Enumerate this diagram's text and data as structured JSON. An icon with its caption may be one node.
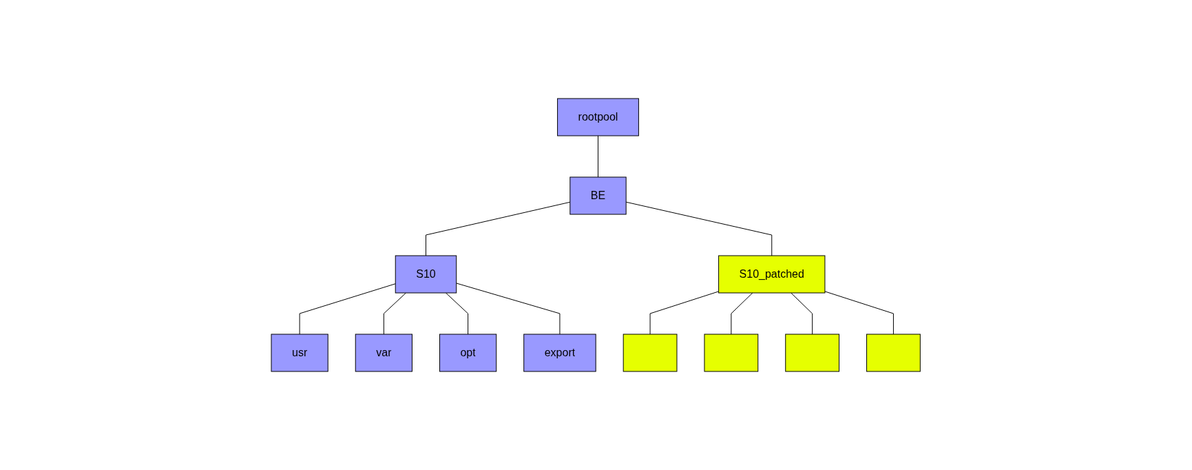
{
  "diagram": {
    "nodes": [
      {
        "text": [
          "rootpool"
        ]
      },
      {
        "text": [
          "BE"
        ]
      },
      {
        "text": [
          "S10"
        ]
      },
      {
        "text": [
          "S10_patched"
        ]
      },
      {
        "text": [
          "usr"
        ]
      },
      {
        "text": [
          "var"
        ]
      },
      {
        "text": [
          "opt"
        ]
      },
      {
        "text": [
          "export"
        ]
      },
      {
        "text": [],
        "shape": "box"
      },
      {
        "text": [],
        "shape": "box"
      },
      {
        "text": [],
        "shape": "box"
      },
      {
        "text": [],
        "shape": "box"
      }
    ],
    "edges": [
      {
        "from": 0,
        "to": 1,
        "arrow": "none"
      },
      {
        "from": 1,
        "to": 2,
        "arrow": "none"
      },
      {
        "from": 1,
        "to": 3,
        "arrow": "none"
      },
      {
        "from": 2,
        "to": 4,
        "arrow": "none"
      },
      {
        "from": 2,
        "to": 5,
        "arrow": "none"
      },
      {
        "from": 2,
        "to": 6,
        "arrow": "none"
      },
      {
        "from": 2,
        "to": 7,
        "arrow": "none"
      },
      {
        "from": 3,
        "to": 8,
        "arrow": "none"
      },
      {
        "from": 3,
        "to": 9,
        "arrow": "none"
      },
      {
        "from": 3,
        "to": 10,
        "arrow": "none"
      },
      {
        "from": 3,
        "to": 11,
        "arrow": "none"
      }
    ]
  }
}
